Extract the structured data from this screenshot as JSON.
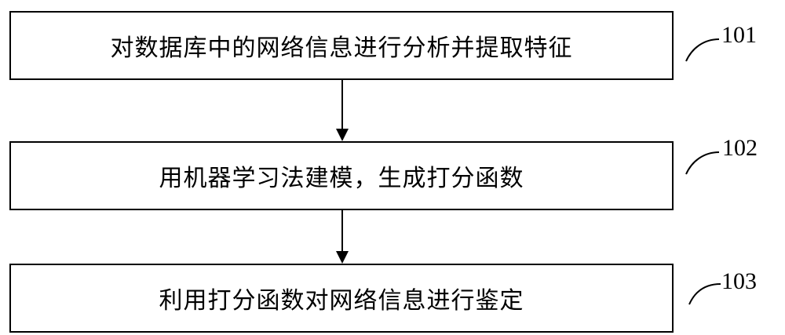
{
  "steps": [
    {
      "text": "对数据库中的网络信息进行分析并提取特征",
      "ref": "101"
    },
    {
      "text": "用机器学习法建模，生成打分函数",
      "ref": "102"
    },
    {
      "text": "利用打分函数对网络信息进行鉴定",
      "ref": "103"
    }
  ]
}
